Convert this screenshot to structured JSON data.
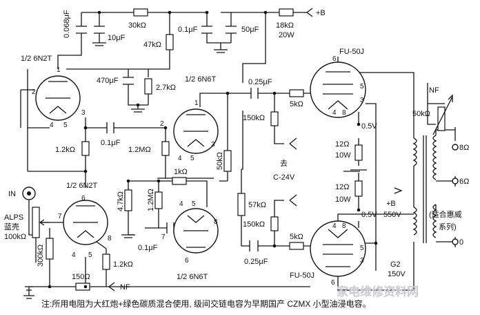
{
  "colors": {
    "line": "#111111",
    "watermark": "#c9c9d6",
    "background": "#ffffff"
  },
  "labels": {
    "b_plus": "+B",
    "r_30k": "30kΩ",
    "c_0068": "0.068μF",
    "c_10u": "10μF",
    "r_47k": "47kΩ",
    "c_01_top": "0.1μF",
    "c_50u": "50μF",
    "r_18k": "18kΩ",
    "r_18k_w": "20W",
    "v1_name": "1/2  6N2T",
    "v2_name": "1/2  6N6T",
    "c_470u": "470μF",
    "r_27k": "2.7kΩ",
    "c_025_top": "0.25μF",
    "v5_name": "FU-50J",
    "r_150k_top": "150kΩ",
    "r_5k_top": "5kΩ",
    "v_05_top": "0.5V",
    "nf_top": "NF",
    "r_50k_nf": "50kΩ",
    "c_01_mid": "0.1μF",
    "r_12k_a": "1.2kΩ",
    "r_12m_a": "1.2MΩ",
    "r_50k": "50kΩ",
    "r_1k": "1kΩ",
    "r_12_a": "12Ω",
    "r_10w_a": "10W",
    "qu": "去",
    "c_24v": "C-24V",
    "tap_8": "8Ω",
    "tap_6": "6Ω",
    "tap_0": "0",
    "in_label": "IN",
    "v3_name": "1/2  6N2T",
    "r_47k_b": "4.7kΩ",
    "r_12m_b": "1.2MΩ",
    "r_57k": "57kΩ",
    "r_12_b": "12Ω",
    "r_10w_b": "10W",
    "b_plus_2": "+B",
    "b_550": "550V",
    "alps_1": "ALPS",
    "alps_2": "蓝壳",
    "alps_3": "100kΩ",
    "r_300k": "300kΩ",
    "r_150k_bot": "150kΩ",
    "r_5k_bot": "5kΩ",
    "v_05_bot": "0.5V",
    "spk_1": "(适合惠威",
    "spk_2": "系列)",
    "c_01_bot": "0.1μF",
    "r_12k_b": "1.2kΩ",
    "c_025_bot": "0.25μF",
    "g2": "G2",
    "g2_v": "150V",
    "r_150": "150Ω",
    "nf_bot": "NF",
    "v4_name": "1/2  6N6T",
    "v6_name": "FU-50J",
    "note": "注:所用电阻为大红炮+绿色碳质混合使用, 级间交链电容为早期国产 CZMX 小型油浸电容。",
    "watermark": "家电维修资料网"
  },
  "pins": {
    "v1": [
      "1",
      "2",
      "3",
      "4",
      "5"
    ],
    "v2": [
      "1",
      "2",
      "3",
      "4",
      "5"
    ],
    "v3": [
      "6",
      "7",
      "8",
      "4",
      "5"
    ],
    "v4": [
      "4",
      "5",
      "7",
      "8",
      "6"
    ],
    "v5": [
      "6",
      "5",
      "3",
      "4",
      "8"
    ],
    "v6": [
      "4",
      "8",
      "5",
      "3",
      "6"
    ]
  }
}
